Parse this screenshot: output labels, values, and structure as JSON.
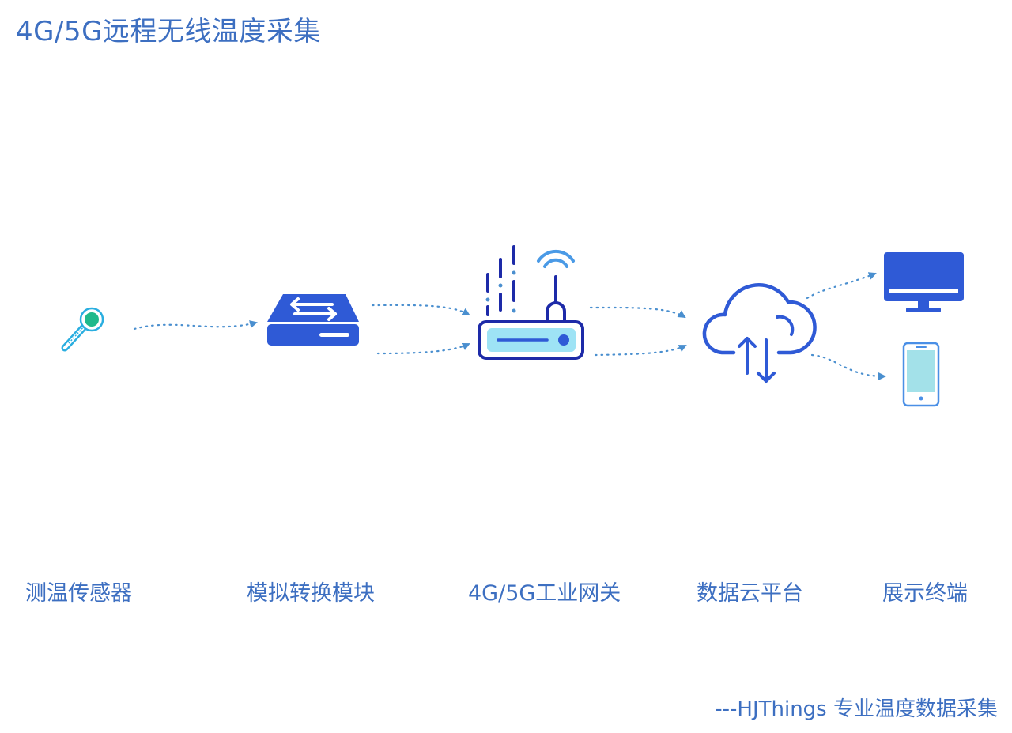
{
  "title": "4G/5G远程无线温度采集",
  "nodes": [
    {
      "label": "测温传感器",
      "icon": "thermometer-icon"
    },
    {
      "label": "模拟转换模块",
      "icon": "converter-icon"
    },
    {
      "label": "4G/5G工业网关",
      "icon": "router-icon"
    },
    {
      "label": "数据云平台",
      "icon": "cloud-icon"
    },
    {
      "label": "展示终端",
      "icon": "monitor-icon"
    }
  ],
  "footer": "---HJThings 专业温度数据采集",
  "colors": {
    "text": "#3d6fc1",
    "icon_blue": "#2f5ad6",
    "navy": "#1d2aa8",
    "arrow": "#4a8fcf",
    "screen_light": "#9ee3f5",
    "phone_screen": "#a3e1e9",
    "sensor_green": "#1fb98b",
    "sensor_cyan": "#2aaee0"
  }
}
